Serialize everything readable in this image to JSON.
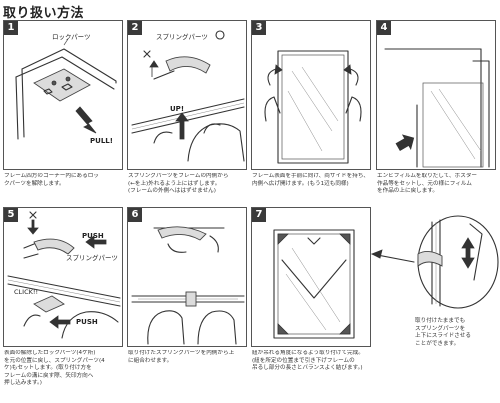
{
  "title": "取り扱い方法",
  "steps": [
    {
      "number": "1",
      "labels": {
        "lock_parts": "ロックパーツ",
        "pull": "PULL!"
      },
      "caption": "フレーム四方のコーナー内にあるロッ\nクパーツを解除します。"
    },
    {
      "number": "2",
      "labels": {
        "spring_parts": "スプリングパーツ",
        "up": "UP!"
      },
      "caption": "スプリングパーツをフレームの内側から\n(←を上)外れるよう上にはずします。\n(フレームの外側へははずせません)"
    },
    {
      "number": "3",
      "caption": "フレーム表面を手前に向け、両サイドを持ち、\n内側へ広げ開けます。(もう1辺も同様)"
    },
    {
      "number": "4",
      "caption": "エンビフィルムを取りだして、ポスター\n作品等をセットし、元の様にフィルム\nを作品の上に戻します。"
    },
    {
      "number": "5",
      "labels": {
        "push_top": "PUSH",
        "spring_parts": "スプリングパーツ",
        "click": "CLICK!!",
        "push_bottom": "PUSH"
      },
      "caption": "表面の解除したロックパーツ(4ケ所)\nを元の位置に戻し、スプリングパーツ(4\nケ)もセットします。(取り付け方を\nフレームの溝に戻す際、矢印方向へ\n押し込みます。)"
    },
    {
      "number": "6",
      "caption": "取り付けたスプリングパーツを内側から上\nに組合わせます。"
    },
    {
      "number": "7",
      "caption": "紐が吊れる角度になるよう取り付けて完成。\n(紐を所定の位置まで引き下げフレームの\n吊るし部分の長さとバランスよく結びます。)"
    }
  ],
  "side_note": "取り付けたままでも\nスプリングパーツを\n上下にスライドさせる\nことができます。"
}
